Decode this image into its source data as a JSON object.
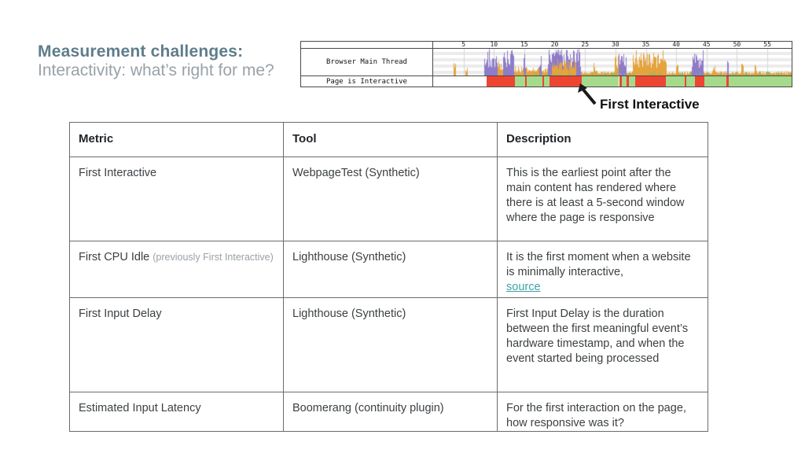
{
  "slide": {
    "title": "Measurement challenges:",
    "subtitle": "Interactivity: what’s right for me?",
    "title_color": "#5e7d8c",
    "subtitle_color": "#98a2a8"
  },
  "chart_data": {
    "type": "timeline",
    "title": "WebPageTest browser main thread activity and page interactivity",
    "x_unit": "seconds",
    "x_ticks": [
      5,
      10,
      15,
      20,
      25,
      30,
      35,
      40,
      45,
      50,
      55
    ],
    "x_max": 59,
    "row_labels": {
      "main_thread": "Browser Main Thread",
      "interactive": "Page is Interactive"
    },
    "colors": {
      "purple": "#8e7cc9",
      "orange": "#e5a33d",
      "green_spike": "#7cbf5f",
      "busy_red": "#ee4532",
      "interactive_green": "#a5da8b",
      "gridline": "#d6d6d6"
    },
    "main_thread_clusters": [
      {
        "from": 3.3,
        "to": 3.7,
        "color": "orange",
        "intensity": 0.5
      },
      {
        "from": 5.2,
        "to": 5.6,
        "color": "orange",
        "intensity": 0.3
      },
      {
        "from": 8.3,
        "to": 10.6,
        "color": "purple",
        "intensity": 1.0
      },
      {
        "from": 10.6,
        "to": 11.4,
        "color": "orange",
        "intensity": 0.55
      },
      {
        "from": 11.4,
        "to": 13.3,
        "color": "purple",
        "intensity": 1.0
      },
      {
        "from": 13.3,
        "to": 18.8,
        "color": "orange",
        "intensity": 0.35
      },
      {
        "from": 14.8,
        "to": 15.2,
        "color": "purple",
        "intensity": 0.9
      },
      {
        "from": 17.4,
        "to": 17.8,
        "color": "purple",
        "intensity": 0.8
      },
      {
        "from": 18.8,
        "to": 24.2,
        "color": "purple",
        "intensity": 1.0
      },
      {
        "from": 19.5,
        "to": 23.5,
        "color": "orange",
        "intensity": 0.6
      },
      {
        "from": 24.2,
        "to": 59.0,
        "color": "orange",
        "intensity": 0.16
      },
      {
        "from": 26.3,
        "to": 26.9,
        "color": "orange",
        "intensity": 0.5
      },
      {
        "from": 29.8,
        "to": 30.5,
        "color": "orange",
        "intensity": 0.85
      },
      {
        "from": 30.5,
        "to": 31.7,
        "color": "purple",
        "intensity": 0.85
      },
      {
        "from": 32.8,
        "to": 38.4,
        "color": "orange",
        "intensity": 0.95
      },
      {
        "from": 39.9,
        "to": 40.3,
        "color": "orange",
        "intensity": 0.55
      },
      {
        "from": 42.5,
        "to": 44.5,
        "color": "purple",
        "intensity": 0.95
      },
      {
        "from": 46.0,
        "to": 46.4,
        "color": "orange",
        "intensity": 0.5
      },
      {
        "from": 48.3,
        "to": 48.6,
        "color": "purple",
        "intensity": 0.75
      },
      {
        "from": 50.6,
        "to": 51.0,
        "color": "orange",
        "intensity": 0.5
      },
      {
        "from": 52.9,
        "to": 53.3,
        "color": "orange",
        "intensity": 0.45
      }
    ],
    "page_interactive_segments": [
      {
        "from": 0,
        "to": 8.8,
        "state": "none"
      },
      {
        "from": 8.8,
        "to": 13.5,
        "state": "busy"
      },
      {
        "from": 13.5,
        "to": 15.1,
        "state": "interactive"
      },
      {
        "from": 15.1,
        "to": 15.4,
        "state": "busy"
      },
      {
        "from": 15.4,
        "to": 18.0,
        "state": "interactive"
      },
      {
        "from": 18.0,
        "to": 18.3,
        "state": "busy"
      },
      {
        "from": 18.3,
        "to": 19.2,
        "state": "interactive"
      },
      {
        "from": 19.2,
        "to": 24.4,
        "state": "busy"
      },
      {
        "from": 24.4,
        "to": 30.6,
        "state": "interactive"
      },
      {
        "from": 30.6,
        "to": 31.0,
        "state": "busy"
      },
      {
        "from": 31.0,
        "to": 31.8,
        "state": "interactive"
      },
      {
        "from": 31.8,
        "to": 32.2,
        "state": "busy"
      },
      {
        "from": 32.2,
        "to": 33.2,
        "state": "interactive"
      },
      {
        "from": 33.2,
        "to": 38.3,
        "state": "busy"
      },
      {
        "from": 38.3,
        "to": 41.4,
        "state": "interactive"
      },
      {
        "from": 41.4,
        "to": 41.7,
        "state": "busy"
      },
      {
        "from": 41.7,
        "to": 43.1,
        "state": "interactive"
      },
      {
        "from": 43.1,
        "to": 44.6,
        "state": "busy"
      },
      {
        "from": 44.6,
        "to": 48.3,
        "state": "interactive"
      },
      {
        "from": 48.3,
        "to": 48.7,
        "state": "busy"
      },
      {
        "from": 48.7,
        "to": 59.0,
        "state": "interactive"
      }
    ],
    "annotation": {
      "label": "First Interactive",
      "time_s": 24.4
    }
  },
  "table": {
    "headers": [
      "Metric",
      "Tool",
      "Description"
    ],
    "rows": [
      {
        "metric": "First Interactive",
        "metric_note": "",
        "tool": "WebpageTest (Synthetic)",
        "description": "This is the earliest point after the main content has rendered where there is at least a 5-second window where the page is responsive",
        "link": ""
      },
      {
        "metric": "First CPU Idle ",
        "metric_note": "(previously First Interactive)",
        "tool": "Lighthouse (Synthetic)",
        "description": "It is the first moment when a website is minimally interactive, ",
        "link": "source"
      },
      {
        "metric": "First Input Delay",
        "metric_note": "",
        "tool": "Lighthouse (Synthetic)",
        "description": "First Input Delay is the duration between the first meaningful event’s hardware timestamp, and when the event started being processed",
        "link": ""
      },
      {
        "metric": "Estimated Input Latency",
        "metric_note": "",
        "tool": "Boomerang (continuity plugin)",
        "description": "For the first interaction on the page, how responsive was it?",
        "link": ""
      }
    ]
  }
}
